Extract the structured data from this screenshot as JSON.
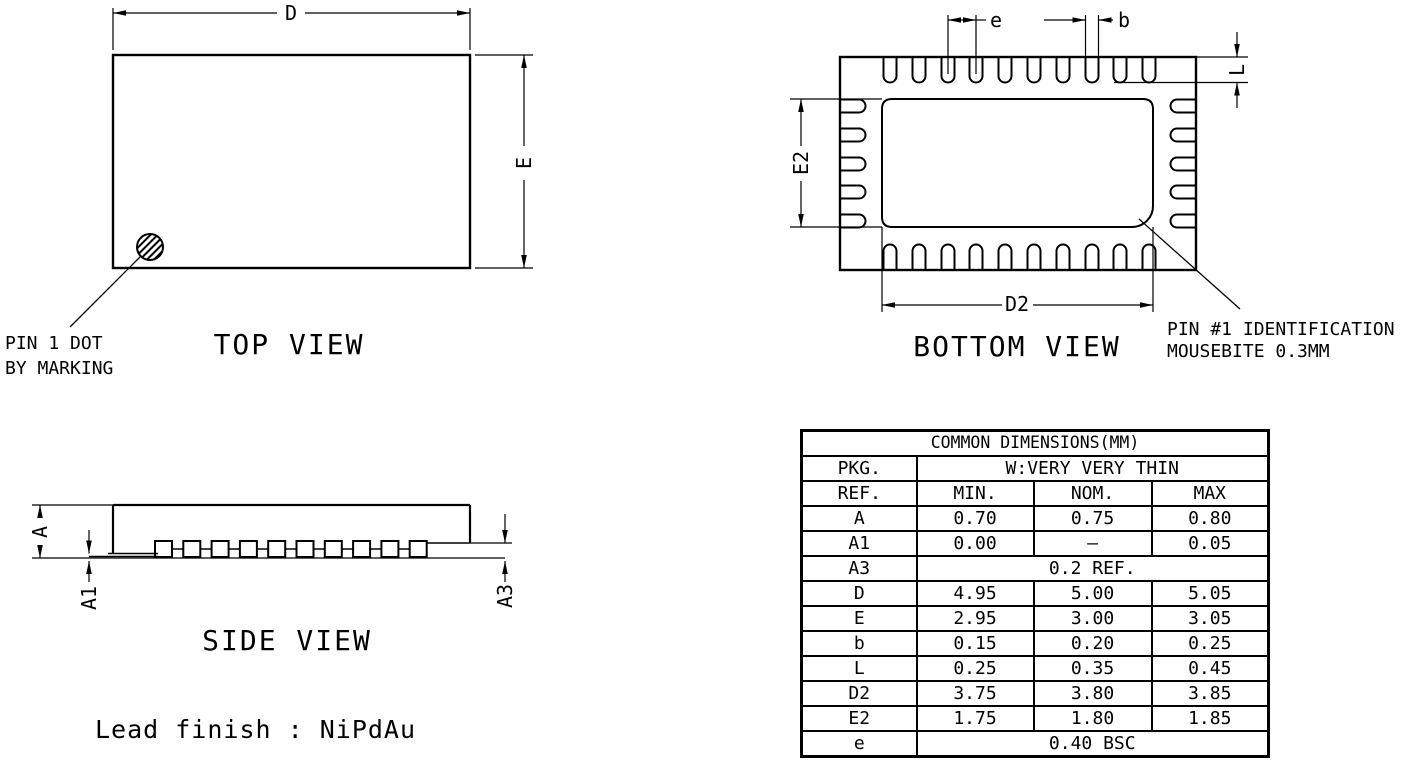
{
  "views": {
    "top": {
      "title": "TOP VIEW",
      "dim_d": "D",
      "dim_e": "E",
      "pin1_note_line1": "PIN 1 DOT",
      "pin1_note_line2": "BY MARKING"
    },
    "bottom": {
      "title": "BOTTOM VIEW",
      "dim_e_pitch": "e",
      "dim_b": "b",
      "dim_l": "L",
      "dim_e2": "E2",
      "dim_d2": "D2",
      "pin1_note_line1": "PIN #1 IDENTIFICATION",
      "pin1_note_line2": "MOUSEBITE 0.3MM"
    },
    "side": {
      "title": "SIDE VIEW",
      "dim_a": "A",
      "dim_a1": "A1",
      "dim_a3": "A3"
    },
    "lead_finish_note": "Lead finish : NiPdAu"
  },
  "table": {
    "title": "COMMON DIMENSIONS(MM)",
    "pkg_label": "PKG.",
    "pkg_value": "W:VERY VERY THIN",
    "col_ref": "REF.",
    "col_min": "MIN.",
    "col_nom": "NOM.",
    "col_max": "MAX",
    "rows": [
      {
        "ref": "A",
        "min": "0.70",
        "nom": "0.75",
        "max": "0.80"
      },
      {
        "ref": "A1",
        "min": "0.00",
        "nom": "–",
        "max": "0.05"
      },
      {
        "ref": "A3",
        "span": "0.2 REF."
      },
      {
        "ref": "D",
        "min": "4.95",
        "nom": "5.00",
        "max": "5.05"
      },
      {
        "ref": "E",
        "min": "2.95",
        "nom": "3.00",
        "max": "3.05"
      },
      {
        "ref": "b",
        "min": "0.15",
        "nom": "0.20",
        "max": "0.25"
      },
      {
        "ref": "L",
        "min": "0.25",
        "nom": "0.35",
        "max": "0.45"
      },
      {
        "ref": "D2",
        "min": "3.75",
        "nom": "3.80",
        "max": "3.85"
      },
      {
        "ref": "E2",
        "min": "1.75",
        "nom": "1.80",
        "max": "1.85"
      },
      {
        "ref": "e",
        "span": "0.40 BSC"
      }
    ]
  },
  "colors": {
    "line": "#000000",
    "background": "#ffffff"
  }
}
